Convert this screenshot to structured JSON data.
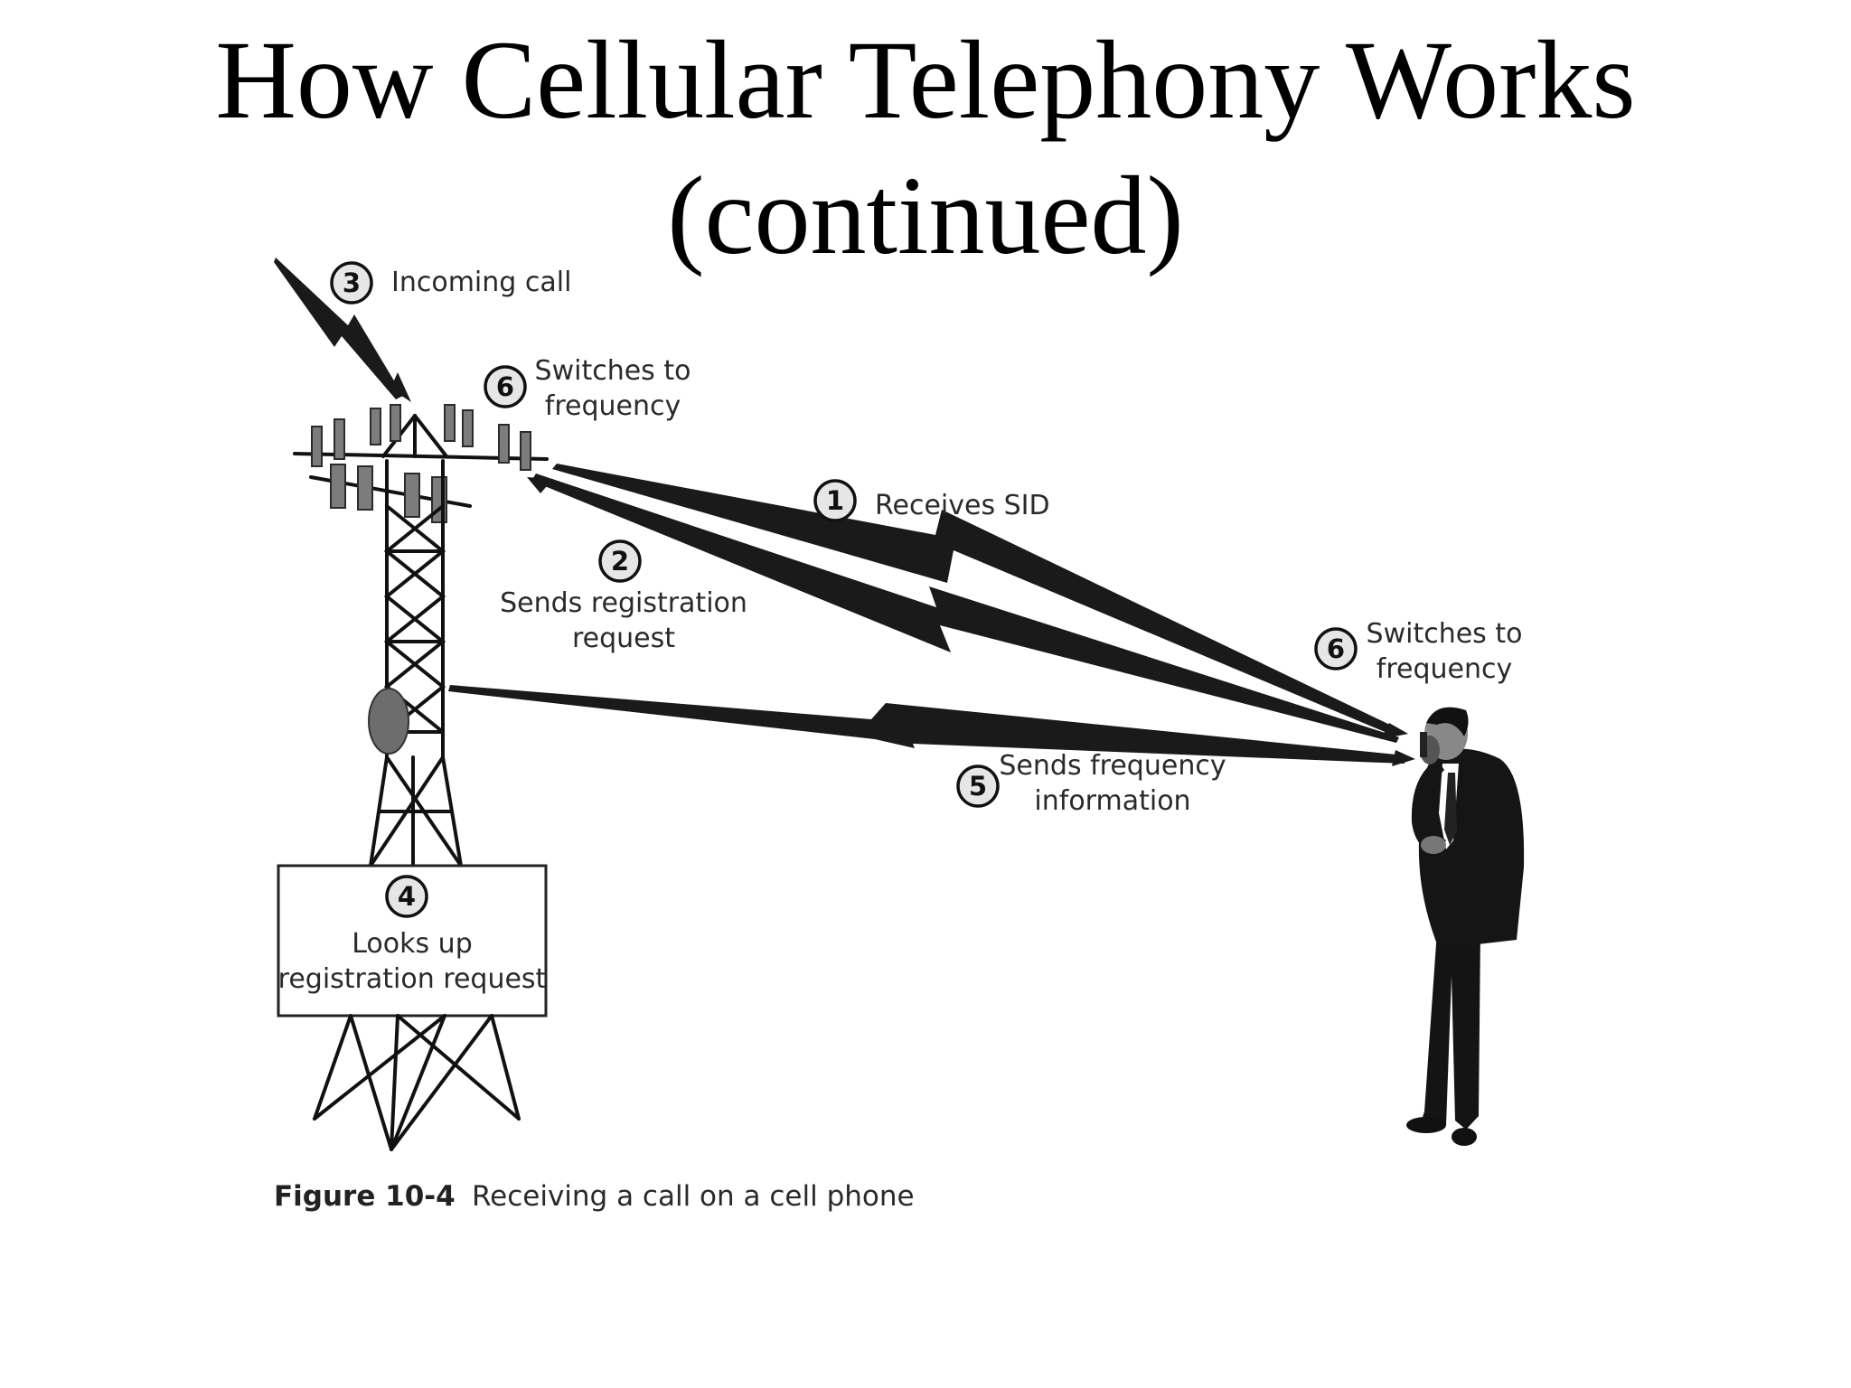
{
  "title": {
    "line1": "How Cellular Telephony Works",
    "line2": "(continued)"
  },
  "steps": {
    "s3": {
      "num": "3",
      "label1": "Incoming call"
    },
    "s6a": {
      "num": "6",
      "label1": "Switches to",
      "label2": "frequency"
    },
    "s1": {
      "num": "1",
      "label1": "Receives SID"
    },
    "s2": {
      "num": "2",
      "label1": "Sends registration",
      "label2": "request"
    },
    "s6b": {
      "num": "6",
      "label1": "Switches to",
      "label2": "frequency"
    },
    "s5": {
      "num": "5",
      "label1": "Sends frequency",
      "label2": "information"
    },
    "s4": {
      "num": "4",
      "label1": "Looks up",
      "label2": "registration request"
    }
  },
  "caption": {
    "figure": "Figure 10-4",
    "text": "Receiving a call on a cell phone"
  },
  "colors": {
    "background": "#ffffff",
    "ink": "#111111",
    "panel": "#7c7c7c",
    "step_circle": "#e6e6e6"
  },
  "icons": [
    "cell-tower-icon",
    "lightning-signal-icon",
    "businessman-on-phone-icon"
  ]
}
